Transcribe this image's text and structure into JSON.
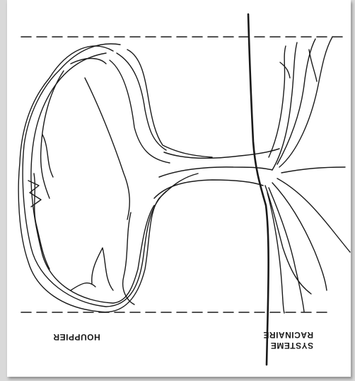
{
  "labels": {
    "hopper": "HOUPPIER",
    "root_line1": "SYSTEME",
    "root_line2": "RACINAIRE"
  },
  "colors": {
    "ink": "#1a1a1a",
    "paper": "#ffffff",
    "background": "#d9d9d9"
  }
}
